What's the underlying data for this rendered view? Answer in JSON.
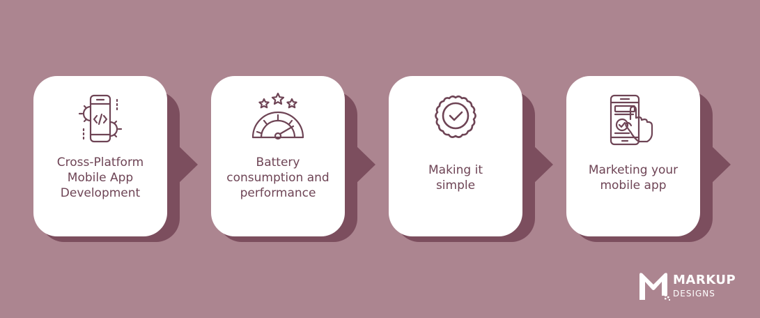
{
  "colors": {
    "background": "#ac8590",
    "card": "#ffffff",
    "shadow": "#7c4e5e",
    "icon": "#6e4455",
    "text": "#6e4455"
  },
  "steps": [
    {
      "icon": "code-phone-gears-icon",
      "lines": [
        "Cross-Platform",
        "Mobile App",
        "Development"
      ]
    },
    {
      "icon": "rating-gauge-icon",
      "lines": [
        "Battery",
        "consumption and",
        "performance"
      ]
    },
    {
      "icon": "badge-check-icon",
      "lines": [
        "Making it",
        "simple"
      ]
    },
    {
      "icon": "phone-touch-icon",
      "lines": [
        "Marketing your",
        "mobile app"
      ]
    }
  ],
  "logo": {
    "name": "MARKUP",
    "sub": "DESIGNS"
  }
}
